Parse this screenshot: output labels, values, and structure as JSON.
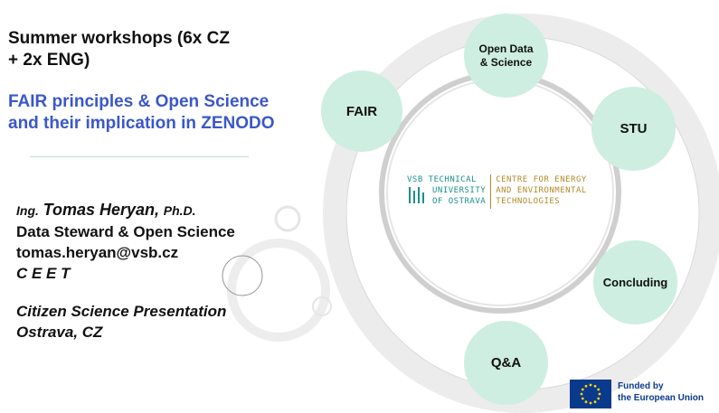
{
  "header": {
    "title_line1": "Summer workshops (6x CZ",
    "title_line2": "+ 2x ENG)",
    "subtitle_line1": "FAIR principles & Open Science",
    "subtitle_line2": "and their implication in ZENODO"
  },
  "author": {
    "prefix": "Ing.",
    "name": "Tomas Heryan,",
    "suffix": "Ph.D.",
    "role": "Data Steward & Open Science",
    "email": "tomas.heryan@vsb.cz",
    "org": "C E E T"
  },
  "event": {
    "line1": "Citizen Science Presentation",
    "line2": "Ostrava, CZ"
  },
  "nodes": {
    "open_data_line1": "Open Data",
    "open_data_line2": "& Science",
    "fair": "FAIR",
    "stu": "STU",
    "concluding": "Concluding",
    "qa": "Q&A"
  },
  "logo": {
    "vsb_line1": "VSB TECHNICAL",
    "vsb_line2": "UNIVERSITY",
    "vsb_line3": "OF OSTRAVA",
    "ceet_line1": "CENTRE FOR ENERGY",
    "ceet_line2": "AND ENVIRONMENTAL",
    "ceet_line3": "TECHNOLOGIES"
  },
  "funding": {
    "line1": "Funded by",
    "line2": "the European Union"
  },
  "colors": {
    "accent_blue": "#3b57c9",
    "node_fill": "#cdeee0",
    "vsb_teal": "#1a8f8a",
    "ceet_gold": "#b08a2a",
    "eu_blue": "#0a3a8c"
  }
}
